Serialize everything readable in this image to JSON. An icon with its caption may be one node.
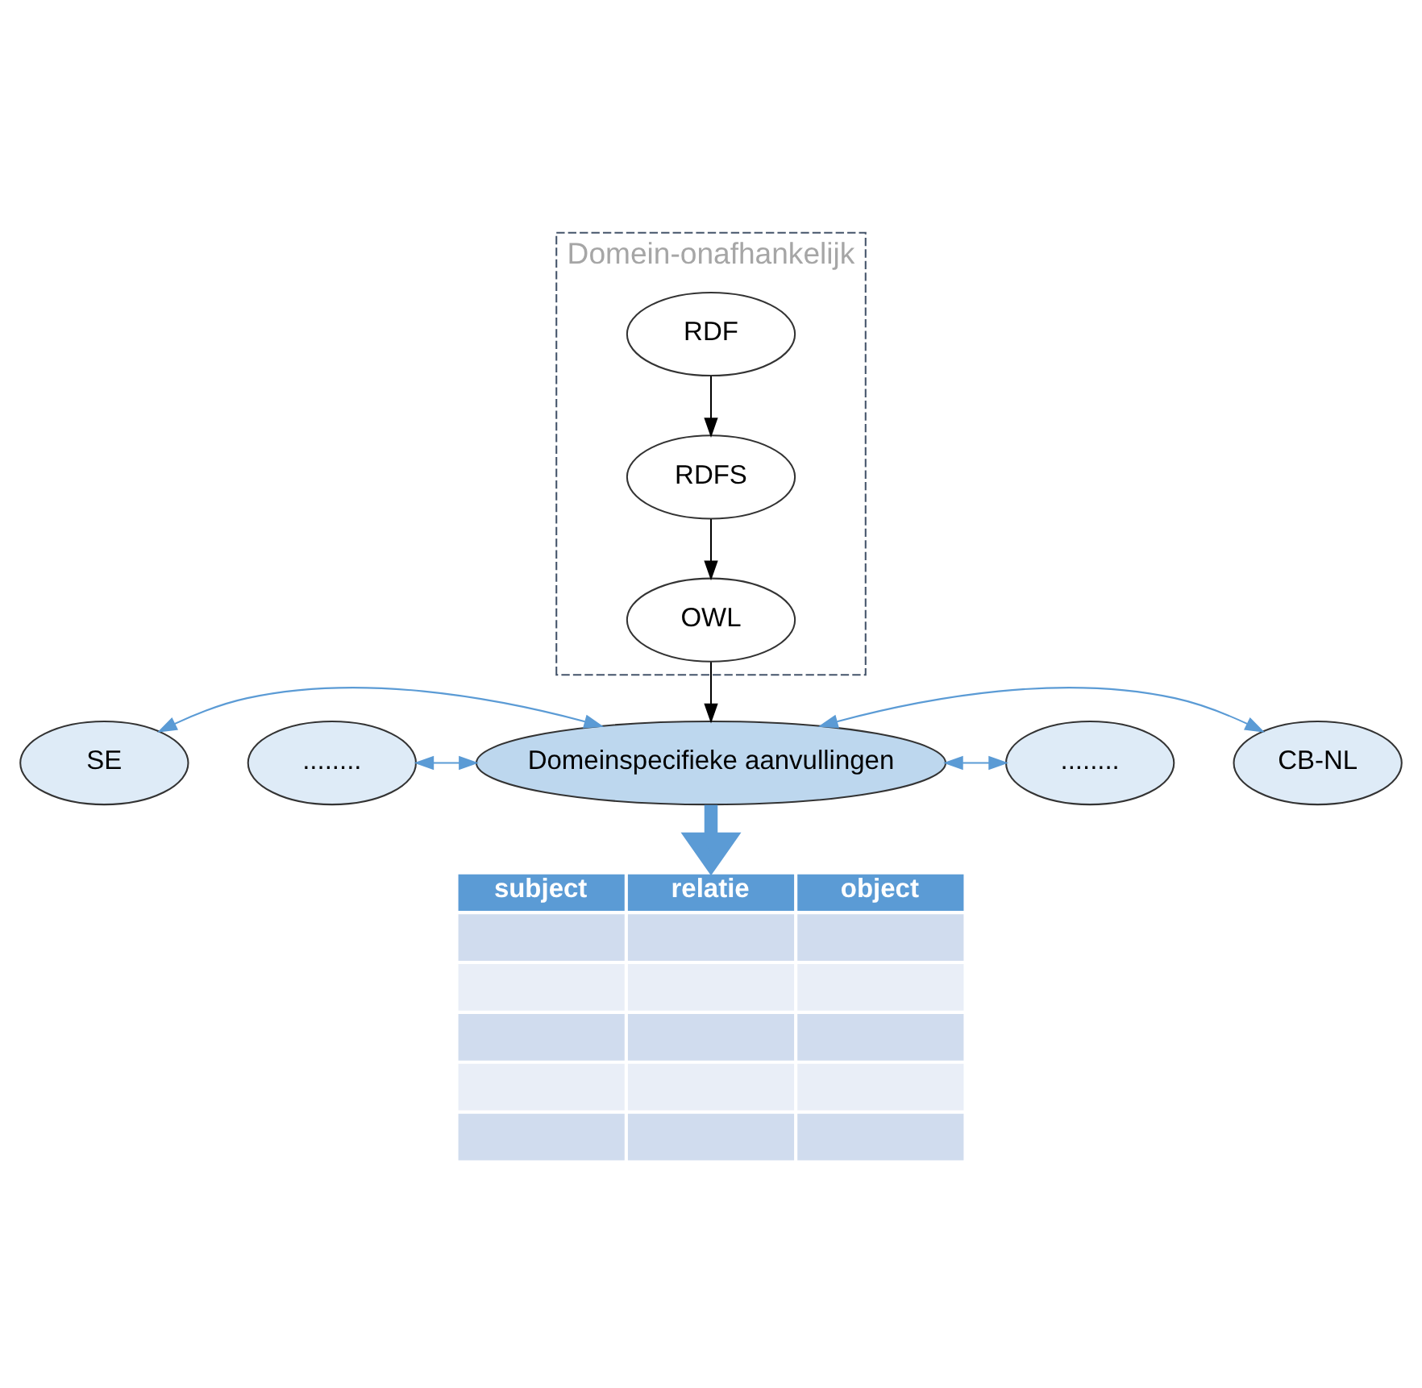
{
  "diagram": {
    "nodes": [
      {
        "text": [
          "Domein-onafhankelijk"
        ]
      },
      {
        "text": [
          "RDF"
        ],
        "in": 0
      },
      {
        "text": [
          "RDFS"
        ],
        "in": 0
      },
      {
        "text": [
          "OWL"
        ],
        "in": 0
      },
      {
        "text": [
          "Domeinspecifieke aanvullingen"
        ]
      },
      {
        "text": [
          "SE"
        ]
      },
      {
        "text": [
          "........"
        ]
      },
      {
        "text": [
          "CB-NL"
        ]
      },
      {
        "text": [
          "........"
        ]
      },
      {
        "text": [
          "subject",
          "relatie",
          "object"
        ]
      }
    ],
    "edges": [
      {
        "from": 1,
        "to": 2,
        "arrow": "to",
        "color": "#000000"
      },
      {
        "from": 2,
        "to": 3,
        "arrow": "to",
        "color": "#000000"
      },
      {
        "from": 3,
        "to": 4,
        "arrow": "to",
        "color": "#000000"
      },
      {
        "from": 5,
        "to": 4,
        "arrow": "both",
        "color": "#5b9bd5"
      },
      {
        "from": 6,
        "to": 4,
        "arrow": "both",
        "color": "#5b9bd5"
      },
      {
        "from": 4,
        "to": 7,
        "arrow": "both",
        "color": "#5b9bd5"
      },
      {
        "from": 4,
        "to": 8,
        "arrow": "both",
        "color": "#5b9bd5"
      },
      {
        "from": 4,
        "to": 9,
        "arrow": "to",
        "style": "thick",
        "color": "#5b9bd5"
      }
    ]
  }
}
